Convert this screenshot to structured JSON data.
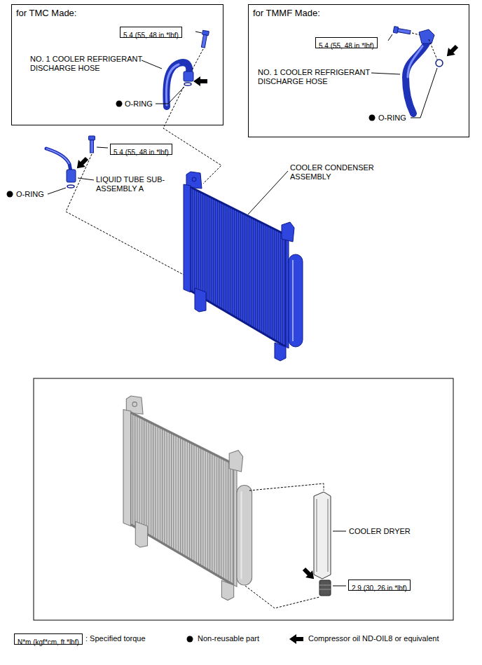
{
  "diagram": {
    "nodes": [
      {
        "text": [
          "for TMC Made:"
        ]
      },
      {
        "text": [
          "5.4 (55, 48 in.*lbf)"
        ],
        "in": 0
      },
      {
        "text": [
          "for TMMF Made:"
        ]
      },
      {
        "text": [
          "5.4 (55, 48 in.*lbf)"
        ],
        "in": 2
      },
      {
        "text": [
          "5.4 (55, 48 in.*lbf)"
        ]
      },
      {
        "text": [
          "2.9 (30, 26 in.*lbf)"
        ]
      },
      {
        "text": [
          "N*m (kgf*cm, ft.*lbf)"
        ]
      }
    ],
    "labels": [
      "NO. 1 COOLER REFRIGERANT DISCHARGE HOSE",
      "O-RING",
      "NO. 1 COOLER REFRIGERANT DISCHARGE HOSE",
      "O-RING",
      "LIQUID TUBE SUB-ASSEMBLY A",
      "O-RING",
      "COOLER CONDENSER ASSEMBLY",
      "COOLER DRYER"
    ],
    "legend": [
      {
        "text": ": Specified torque"
      },
      {
        "text": "Non-reusable part"
      },
      {
        "text": "Compressor oil ND-OIL8 or equivalent"
      }
    ]
  }
}
